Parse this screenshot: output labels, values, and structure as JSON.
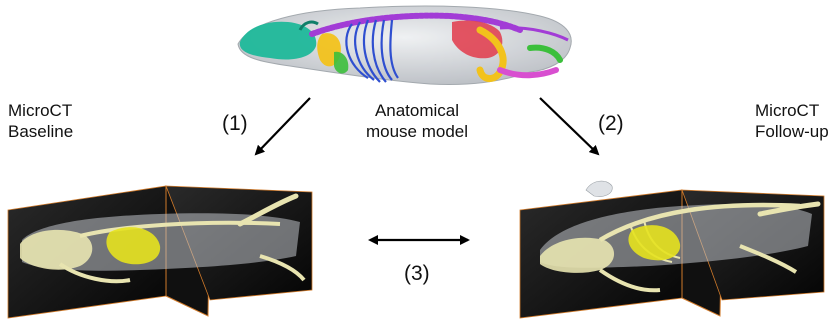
{
  "labels": {
    "baseline_line1": "MicroCT",
    "baseline_line2": "Baseline",
    "followup_line1": "MicroCT",
    "followup_line2": "Follow-up",
    "model_line1": "Anatomical",
    "model_line2": "mouse model"
  },
  "steps": {
    "step1": "(1)",
    "step2": "(2)",
    "step3": "(3)"
  },
  "colors": {
    "skin": "#c9ccd0",
    "skull": "#1fb89a",
    "spine": "#a23cd6",
    "ribs": "#2f4fd0",
    "heart": "#e23a4a",
    "lung": "#f2c21c",
    "bone_scan": "#e8e4b0",
    "organ_scan": "#e6e21e",
    "slice_plane": "#0a0a0a",
    "slice_edge": "#d07a2a"
  }
}
